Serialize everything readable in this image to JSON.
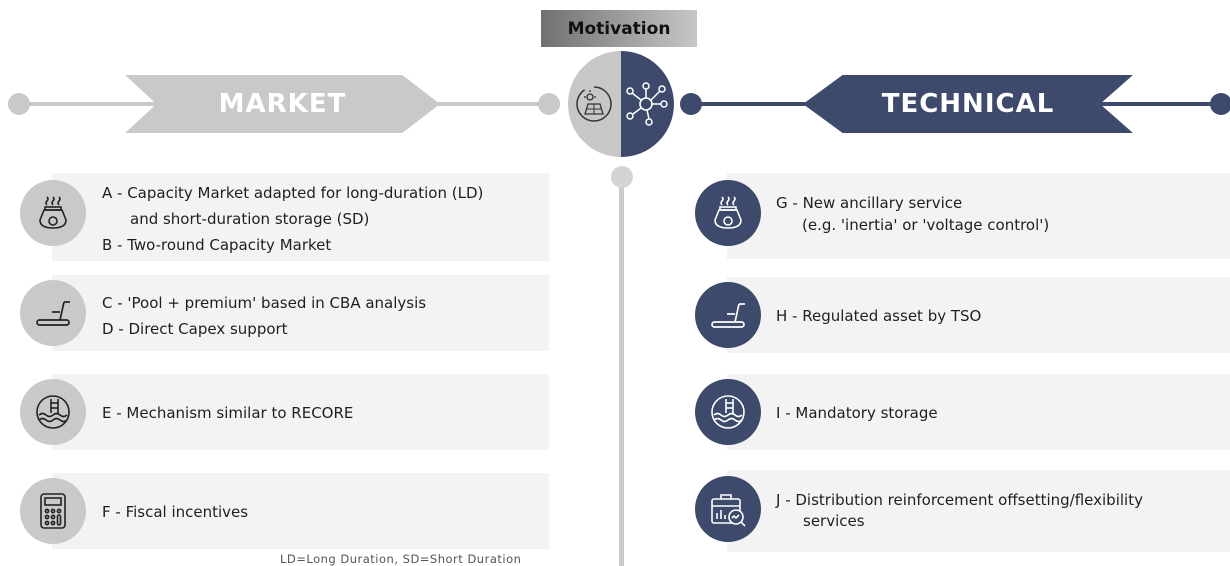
{
  "header": {
    "motivation": "Motivation"
  },
  "banners": {
    "market": "MARKET",
    "technical": "TECHNICAL"
  },
  "market": {
    "items": [
      {
        "lines": [
          "A - Capacity Market adapted for long-duration (LD)",
          "and short-duration storage (SD)",
          "B - Two-round Capacity Market"
        ],
        "icon": "oil-lamp-icon"
      },
      {
        "lines": [
          "C - 'Pool + premium' based in CBA analysis",
          "D - Direct Capex support"
        ],
        "icon": "treadmill-icon"
      },
      {
        "lines": [
          "E -  Mechanism similar to RECORE"
        ],
        "icon": "swimming-pool-icon"
      },
      {
        "lines": [
          "F - Fiscal incentives"
        ],
        "icon": "calculator-icon"
      }
    ],
    "footnote": "LD=Long Duration, SD=Short Duration"
  },
  "technical": {
    "items": [
      {
        "lines": [
          "G - New ancillary service",
          "(e.g. 'inertia' or 'voltage control')"
        ],
        "icon": "oil-lamp-icon"
      },
      {
        "lines": [
          "H - Regulated asset by TSO"
        ],
        "icon": "treadmill-icon"
      },
      {
        "lines": [
          "I - Mandatory storage"
        ],
        "icon": "swimming-pool-icon"
      },
      {
        "lines": [
          "J - Distribution reinforcement offsetting/flexibility",
          "services"
        ],
        "icon": "briefcase-analytics-icon"
      }
    ]
  },
  "colors": {
    "navy": "#3d4a6b",
    "grey": "#c9c9c9",
    "card": "#f3f3f3"
  }
}
